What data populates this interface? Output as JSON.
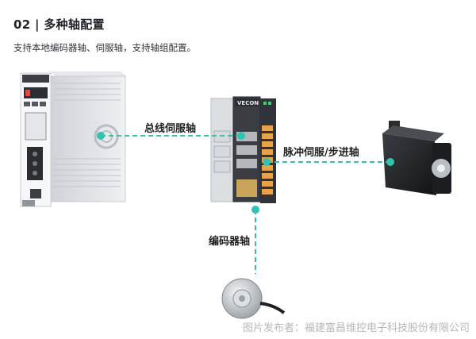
{
  "header": {
    "title": "02 | 多种轴配置",
    "subtitle": "支持本地编码器轴、伺服轴，支持轴组配置。"
  },
  "labels": {
    "bus_servo": "总线伺服轴",
    "pulse_servo": "脉冲伺服/步进轴",
    "encoder_axis": "编码器轴"
  },
  "controller": {
    "brand": "VECON"
  },
  "credit": "图片发布者：福建富昌维控电子科技股份有限公司",
  "colors": {
    "connector_line": "#3bbfae",
    "connector_dot": "#2fc3b0"
  }
}
